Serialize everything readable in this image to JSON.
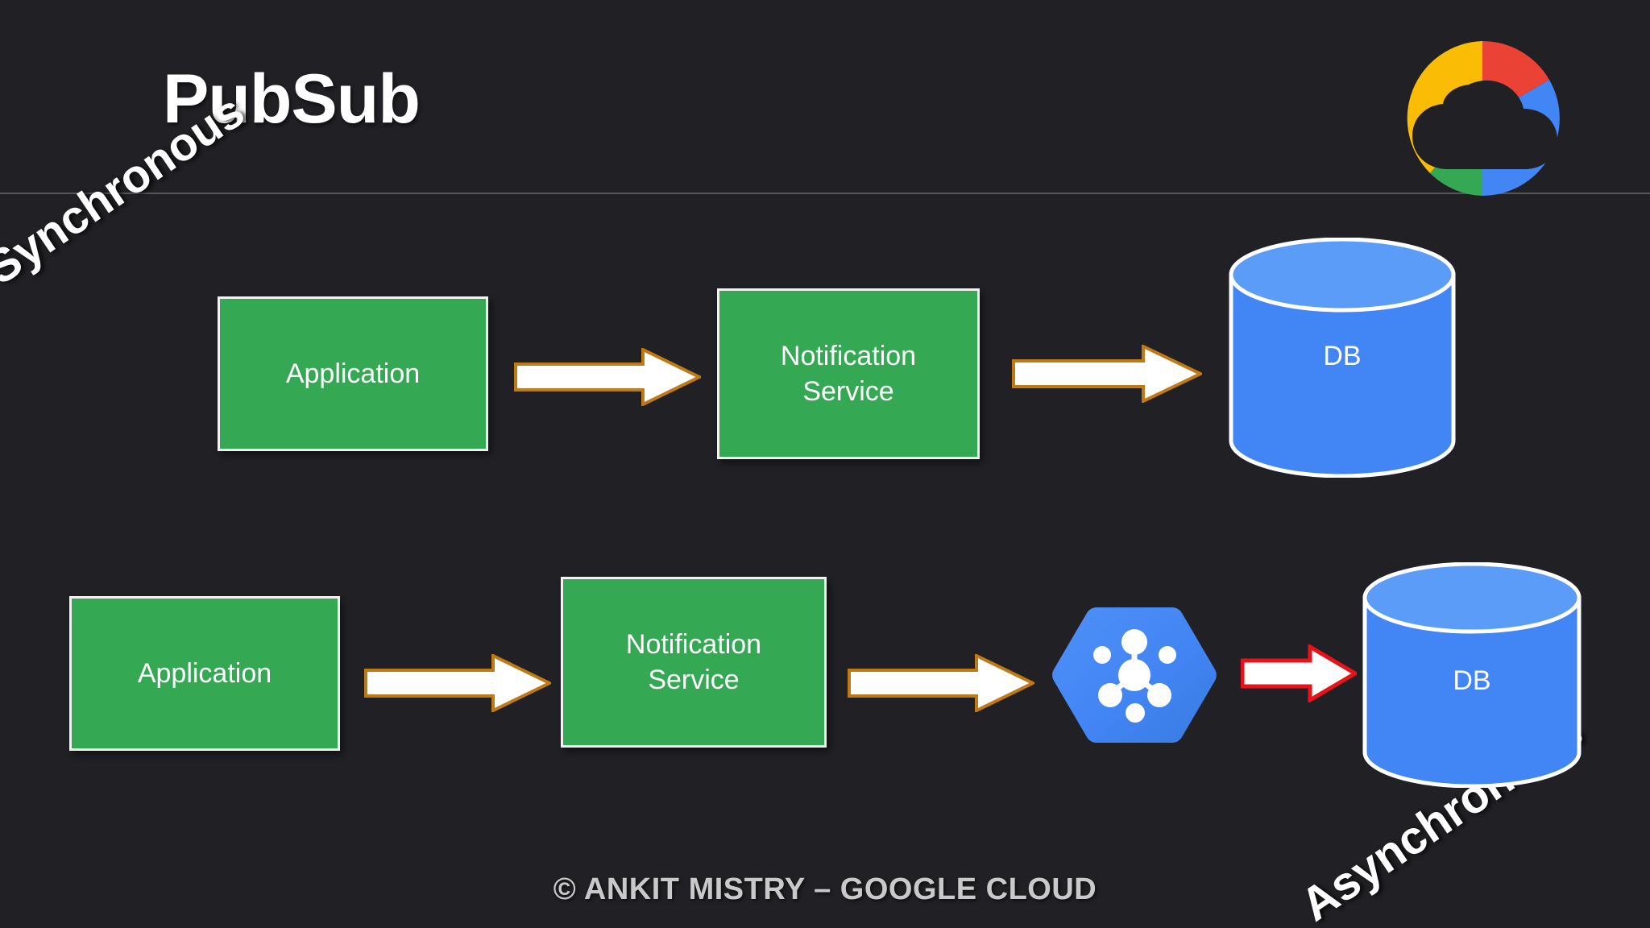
{
  "slide": {
    "title": "PubSub",
    "footer": "© ANKIT MISTRY – GOOGLE CLOUD",
    "background_color": "#212024",
    "divider_color": "#55555a"
  },
  "logo": {
    "name": "google-cloud-logo",
    "colors": {
      "red": "#EA4335",
      "blue": "#4285F4",
      "yellow": "#FBBC05",
      "green": "#34A853"
    }
  },
  "labels": {
    "synchronous": "Synchronous",
    "asynchronous": "Asynchronous"
  },
  "colors": {
    "box_green": "#34a853",
    "box_border": "#f2f2f2",
    "db_blue": "#4285f4",
    "db_top_blue": "#5b9cf8",
    "arrow_fill": "#ffffff",
    "arrow_outline_orange": "#bf7a15",
    "arrow_outline_red": "#e8121a",
    "hex_blue": "#4285f4",
    "text_white": "#ffffff",
    "footer_text": "#c9c9c9"
  },
  "flows": [
    {
      "name": "synchronous-flow",
      "label": "Synchronous",
      "nodes": [
        {
          "type": "process",
          "label": "Application"
        },
        {
          "type": "process",
          "label": "Notification\nService",
          "line1": "Notification",
          "line2": "Service"
        },
        {
          "type": "database",
          "label": "DB"
        }
      ],
      "connectors": [
        {
          "type": "block-arrow",
          "outline": "orange",
          "direction": "right"
        },
        {
          "type": "block-arrow",
          "outline": "orange",
          "direction": "right"
        }
      ]
    },
    {
      "name": "asynchronous-flow",
      "label": "Asynchronous",
      "nodes": [
        {
          "type": "process",
          "label": "Application"
        },
        {
          "type": "process",
          "label": "Notification\nService",
          "line1": "Notification",
          "line2": "Service"
        },
        {
          "type": "service",
          "label": "Pub/Sub",
          "icon": "pubsub-hexagon-icon"
        },
        {
          "type": "database",
          "label": "DB"
        }
      ],
      "connectors": [
        {
          "type": "block-arrow",
          "outline": "orange",
          "direction": "right"
        },
        {
          "type": "block-arrow",
          "outline": "orange",
          "direction": "right"
        },
        {
          "type": "block-arrow",
          "outline": "red",
          "direction": "right"
        }
      ]
    }
  ],
  "text": {
    "application": "Application",
    "notification": "Notification",
    "service": "Service",
    "db": "DB"
  }
}
